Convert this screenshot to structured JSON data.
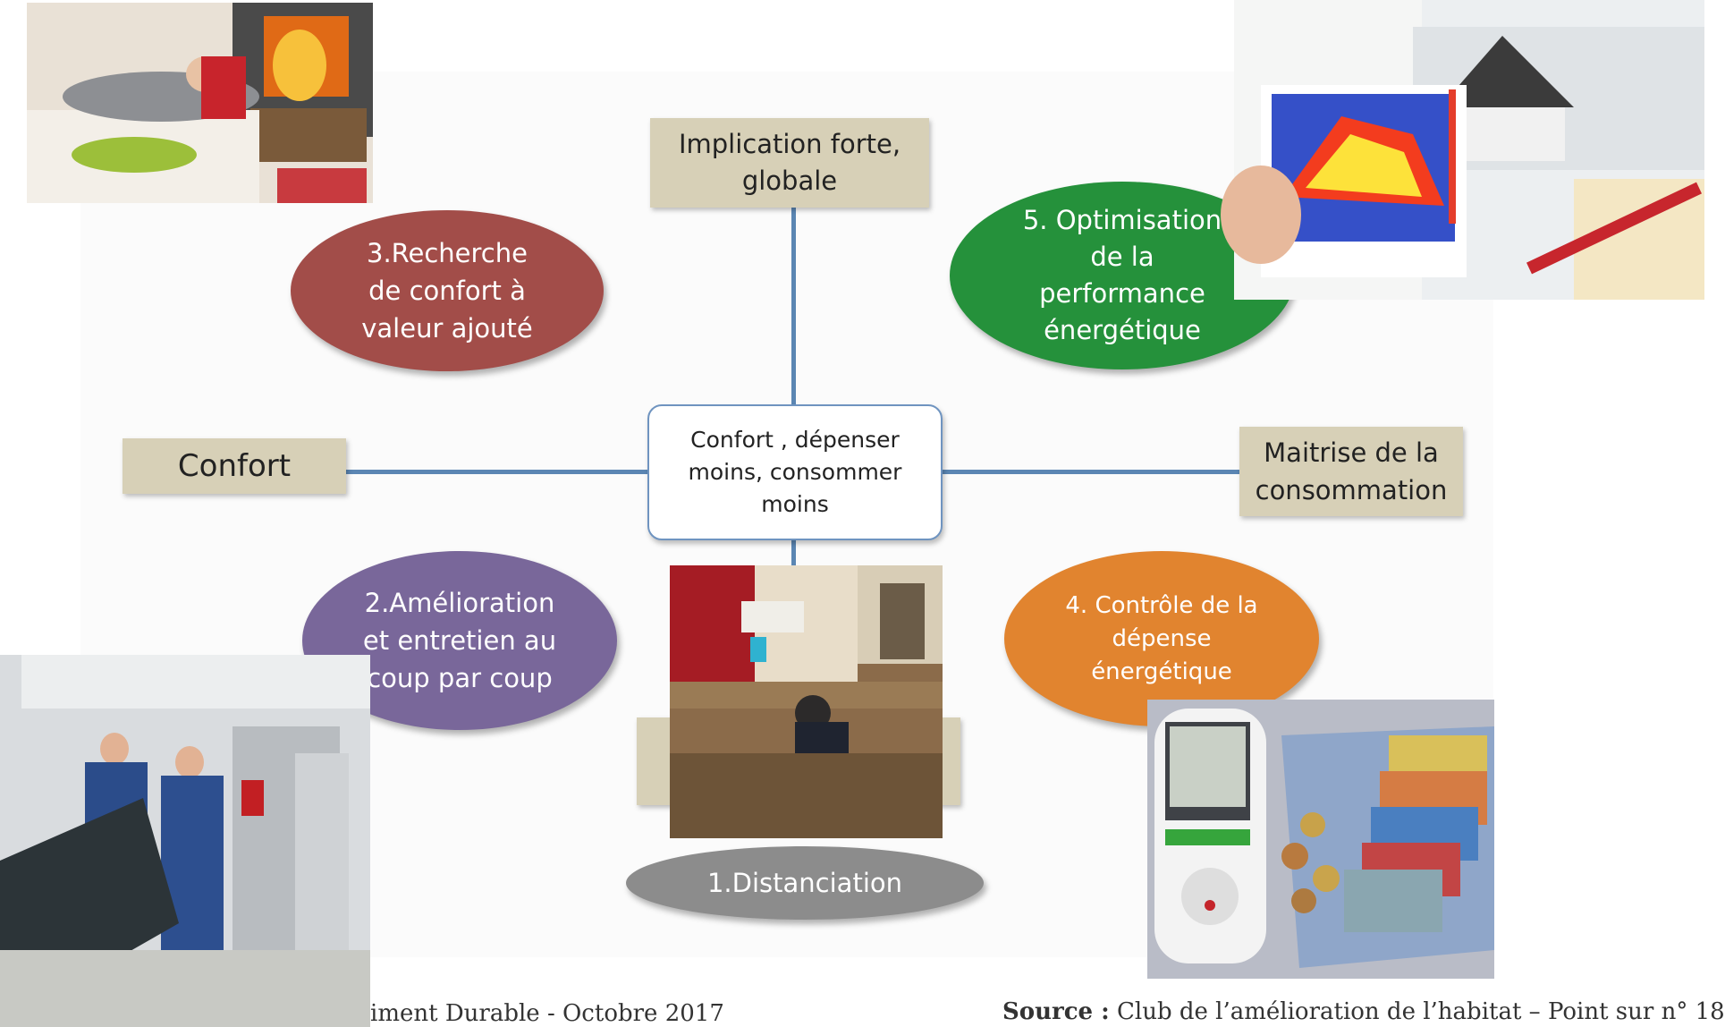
{
  "diagram": {
    "center": "Confort , dépenser\nmoins, consommer\nmoins",
    "axis_top": "Implication forte,\nglobale",
    "axis_left": "Confort",
    "axis_right": "Maitrise de la\nconsommation",
    "segments": [
      {
        "label": "1.Distanciation",
        "color": "#8c8c8c"
      },
      {
        "label": "2.Amélioration\net entretien au\ncoup par coup",
        "color": "#79679a"
      },
      {
        "label": "3.Recherche\nde confort à\nvaleur ajouté",
        "color": "#a24d49"
      },
      {
        "label": "4. Contrôle de la\ndépense\nénergétique",
        "color": "#e1842f"
      },
      {
        "label": "5. Optimisation\nde la\nperformance\nénergétique",
        "color": "#25913b"
      }
    ],
    "colors": {
      "tan": "#d7d0b7",
      "connector": "#5b86b3",
      "center_border": "#6f94c0"
    }
  },
  "footer": {
    "left_text": "iment Durable - Octobre 2017",
    "source_label": "Source :",
    "source_text": " Club de l’amélioration de l’habitat – Point sur n° 18"
  }
}
